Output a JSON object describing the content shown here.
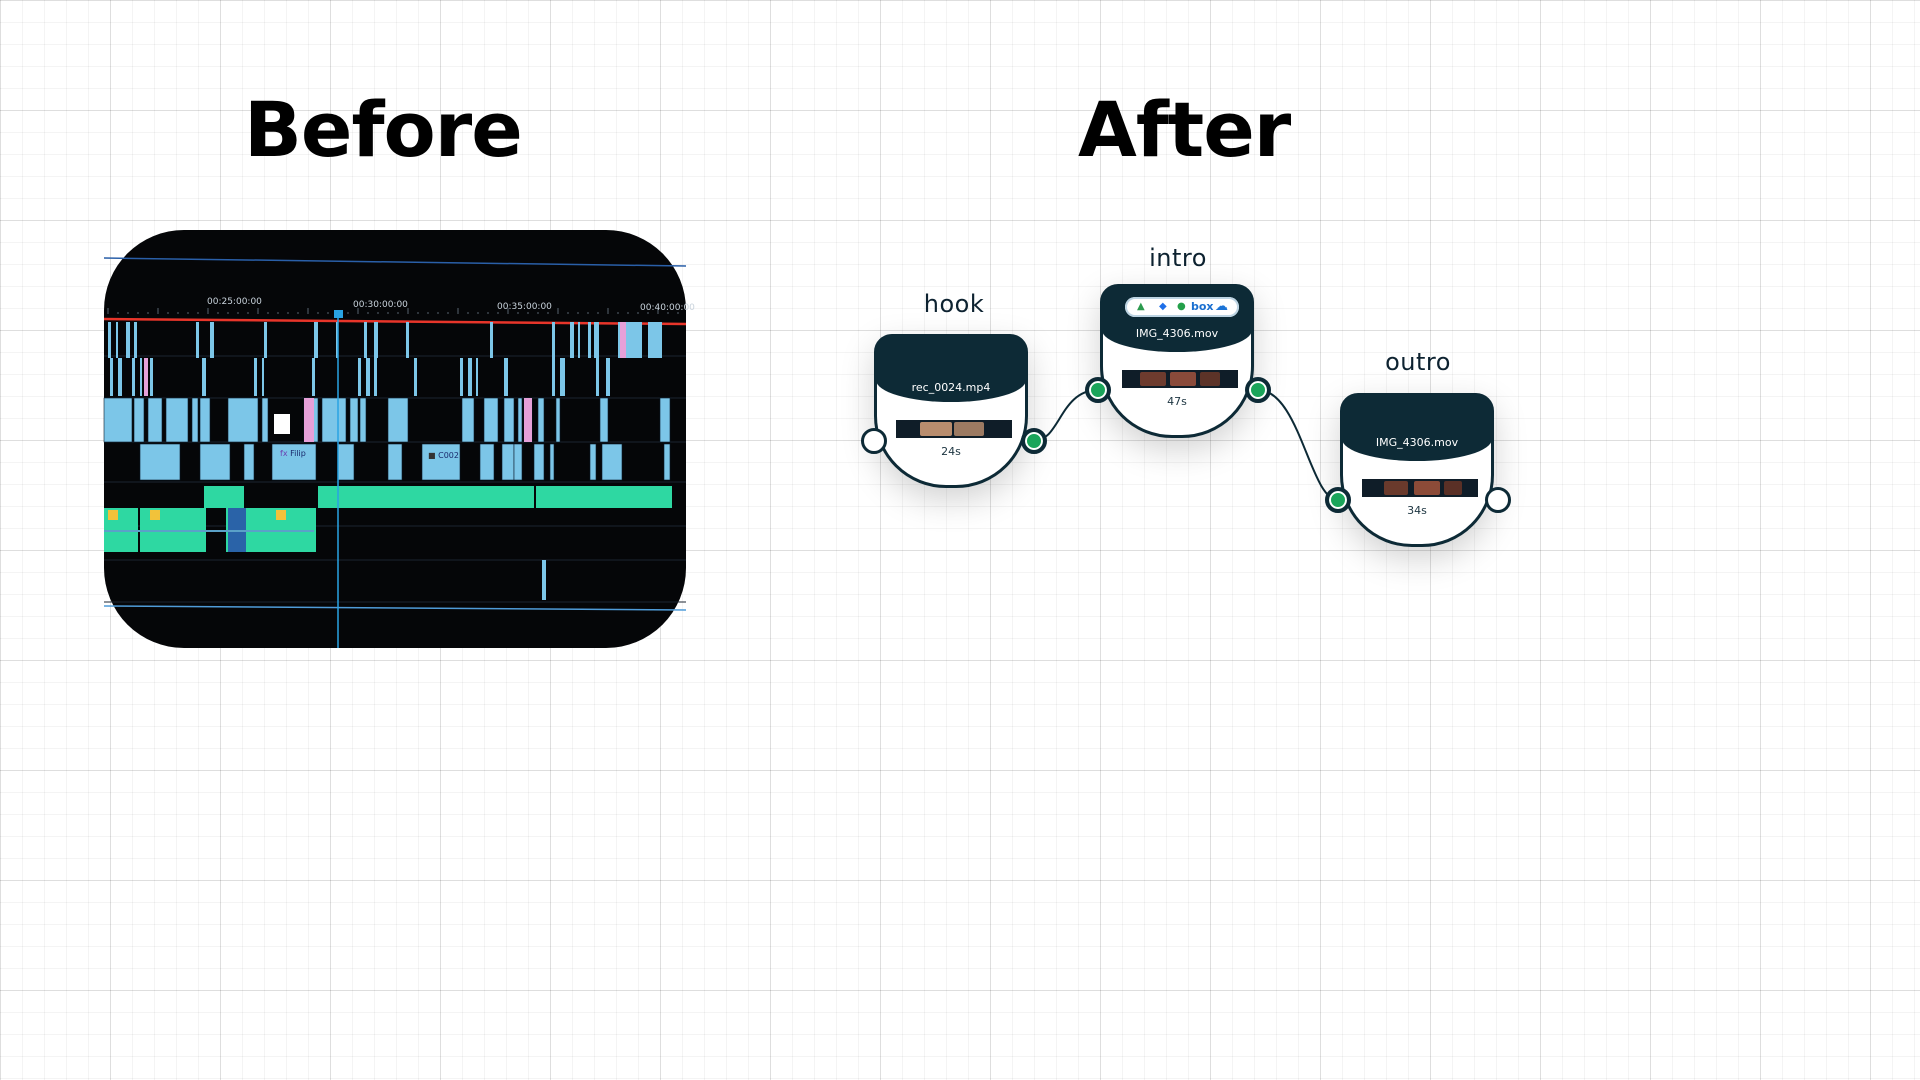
{
  "headings": {
    "before": "Before",
    "after": "After"
  },
  "timeline": {
    "timecodes": [
      "00:25:00:00",
      "00:30:00:00",
      "00:35:00:00",
      "00:40:00:00"
    ],
    "clip_labels": [
      "Filip",
      "C002"
    ]
  },
  "nodes": {
    "hook": {
      "title": "hook",
      "file": "rec_0024.mp4",
      "duration": "24s"
    },
    "intro": {
      "title": "intro",
      "file": "IMG_4306.mov",
      "duration": "47s",
      "cloud_icons": [
        "google-drive-icon",
        "dropbox-icon",
        "evernote-icon",
        "box-icon",
        "onedrive-icon"
      ],
      "box_text": "box"
    },
    "outro": {
      "title": "outro",
      "file": "IMG_4306.mov",
      "duration": "34s"
    }
  },
  "colors": {
    "node_dark": "#0d2a36",
    "port_green": "#1aa55a",
    "timeline_clip_blue": "#7cc6e8",
    "timeline_audio_green": "#2ed8a2",
    "timeline_pink": "#e6a0d8",
    "playhead": "#29a3e3",
    "in_out_red": "#e8352a"
  }
}
